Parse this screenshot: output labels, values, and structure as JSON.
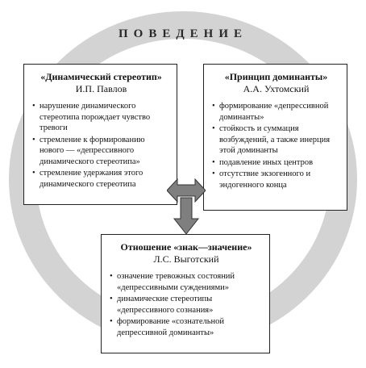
{
  "ring": {
    "label": "ПОВЕДЕНИЕ",
    "color": "#d3d3d3"
  },
  "boxes": [
    {
      "title": "«Динамический стереотип»",
      "author": "И.П. Павлов",
      "items": [
        "нарушение динамического стереотипа порождает чувство тревоги",
        "стремление к формированию нового — «депрессивного динамического стереотипа»",
        "стремление удержания этого динамического стереотипа"
      ]
    },
    {
      "title": "«Принцип доминанты»",
      "author": "А.А. Ухтомский",
      "items": [
        "формирование «депрессивной доминанты»",
        "стойкость и суммация возбуждений, а также инерция этой доминанты",
        "подавление иных центров",
        "отсутствие экзогенного и эндогенного конца"
      ]
    },
    {
      "title": "Отношение «знак—значение»",
      "author": "Л.С. Выготский",
      "items": [
        "означение тревожных состояний «депрессивными суждениями»",
        "динамические стереотипы «депрессивного сознания»",
        "формирование «сознательной депрессивной доминанты»"
      ]
    }
  ],
  "arrows": {
    "fill": "#7f7f7f",
    "directions": [
      "left-right",
      "down"
    ]
  }
}
